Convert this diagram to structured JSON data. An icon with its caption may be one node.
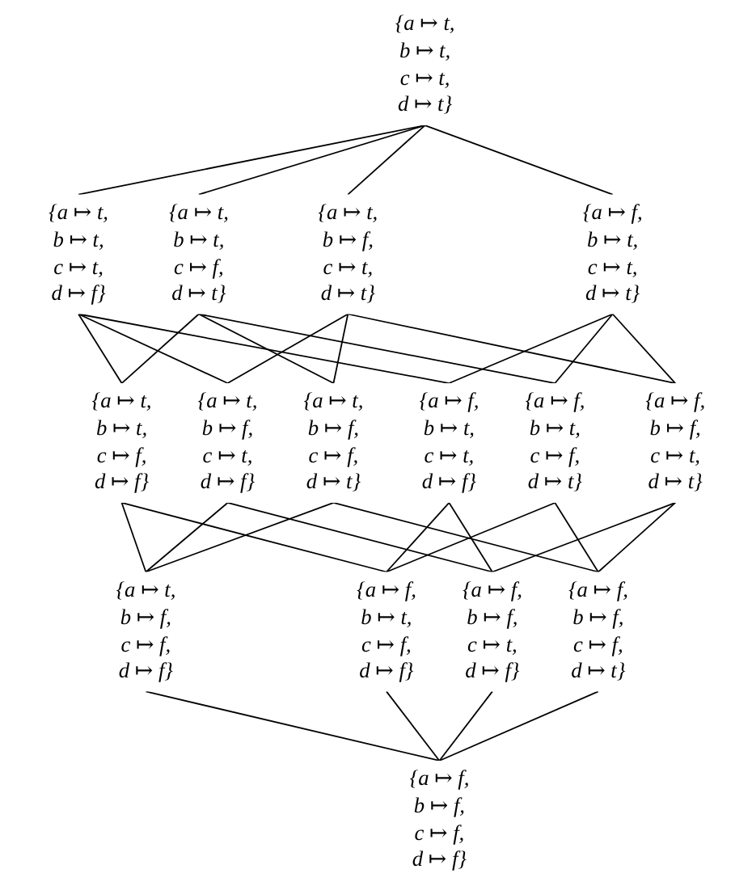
{
  "diagram": {
    "nodes": [
      {
        "text": [
          "{a ↦ t, b ↦ t, c ↦ t, d ↦ t}"
        ]
      },
      {
        "text": [
          "{a ↦ t, b ↦ t, c ↦ t, d ↦ f}"
        ]
      },
      {
        "text": [
          "{a ↦ t, b ↦ t, c ↦ f, d ↦ t}"
        ]
      },
      {
        "text": [
          "{a ↦ t, b ↦ f, c ↦ t, d ↦ t}"
        ]
      },
      {
        "text": [
          "{a ↦ f, b ↦ t, c ↦ t, d ↦ t}"
        ]
      },
      {
        "text": [
          "{a ↦ t, b ↦ t, c ↦ f, d ↦ f}"
        ]
      },
      {
        "text": [
          "{a ↦ t, b ↦ f, c ↦ t, d ↦ f}"
        ]
      },
      {
        "text": [
          "{a ↦ t, b ↦ f, c ↦ f, d ↦ t}"
        ]
      },
      {
        "text": [
          "{a ↦ f, b ↦ t, c ↦ t, d ↦ f}"
        ]
      },
      {
        "text": [
          "{a ↦ f, b ↦ t, c ↦ f, d ↦ t}"
        ]
      },
      {
        "text": [
          "{a ↦ f, b ↦ f, c ↦ t, d ↦ t}"
        ]
      },
      {
        "text": [
          "{a ↦ f, b ↦ t, c ↦ f, d ↦ f}"
        ]
      },
      {
        "text": [
          "{a ↦ t, b ↦ f, c ↦ f, d ↦ f}"
        ]
      },
      {
        "text": [
          "{a ↦ f, b ↦ f, c ↦ t, d ↦ f}"
        ]
      },
      {
        "text": [
          "{a ↦ f, b ↦ f, c ↦ f, d ↦ t}"
        ]
      },
      {
        "text": [
          "{a ↦ f, b ↦ f, c ↦ f, d ↦ f}"
        ]
      }
    ],
    "edges": [
      {
        "from": 0,
        "to": 1,
        "arrow": "none"
      },
      {
        "from": 0,
        "to": 2,
        "arrow": "none"
      },
      {
        "from": 0,
        "to": 3,
        "arrow": "none"
      },
      {
        "from": 0,
        "to": 4,
        "arrow": "none"
      },
      {
        "from": 1,
        "to": 5,
        "arrow": "none"
      },
      {
        "from": 1,
        "to": 6,
        "arrow": "none"
      },
      {
        "from": 1,
        "to": 8,
        "arrow": "none"
      },
      {
        "from": 2,
        "to": 5,
        "arrow": "none"
      },
      {
        "from": 2,
        "to": 7,
        "arrow": "none"
      },
      {
        "from": 2,
        "to": 9,
        "arrow": "none"
      },
      {
        "from": 3,
        "to": 6,
        "arrow": "none"
      },
      {
        "from": 3,
        "to": 7,
        "arrow": "none"
      },
      {
        "from": 3,
        "to": 10,
        "arrow": "none"
      },
      {
        "from": 4,
        "to": 8,
        "arrow": "none"
      },
      {
        "from": 4,
        "to": 9,
        "arrow": "none"
      },
      {
        "from": 4,
        "to": 10,
        "arrow": "none"
      },
      {
        "from": 5,
        "to": 11,
        "arrow": "none"
      },
      {
        "from": 5,
        "to": 12,
        "arrow": "none"
      },
      {
        "from": 6,
        "to": 12,
        "arrow": "none"
      },
      {
        "from": 6,
        "to": 13,
        "arrow": "none"
      },
      {
        "from": 7,
        "to": 12,
        "arrow": "none"
      },
      {
        "from": 7,
        "to": 14,
        "arrow": "none"
      },
      {
        "from": 8,
        "to": 11,
        "arrow": "none"
      },
      {
        "from": 8,
        "to": 13,
        "arrow": "none"
      },
      {
        "from": 9,
        "to": 11,
        "arrow": "none"
      },
      {
        "from": 9,
        "to": 14,
        "arrow": "none"
      },
      {
        "from": 10,
        "to": 13,
        "arrow": "none"
      },
      {
        "from": 10,
        "to": 14,
        "arrow": "none"
      },
      {
        "from": 11,
        "to": 15,
        "arrow": "none"
      },
      {
        "from": 12,
        "to": 15,
        "arrow": "none"
      },
      {
        "from": 13,
        "to": 15,
        "arrow": "none"
      },
      {
        "from": 14,
        "to": 15,
        "arrow": "none"
      }
    ]
  }
}
